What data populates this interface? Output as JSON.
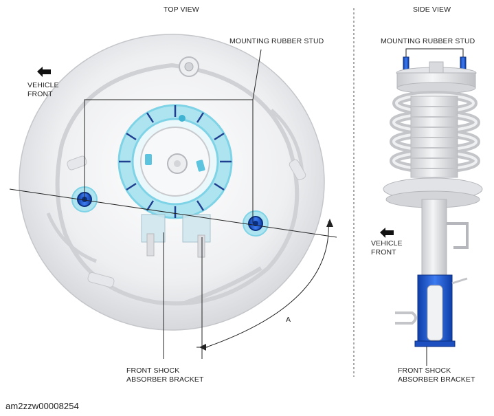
{
  "top_view": {
    "title": "TOP VIEW",
    "vehicle_front": [
      "VEHICLE",
      "FRONT"
    ],
    "mounting_rubber_stud": "MOUNTING RUBBER STUD",
    "front_shock_bracket": [
      "FRONT SHOCK",
      "ABSORBER BRACKET"
    ],
    "angle_label": "A"
  },
  "side_view": {
    "title": "SIDE VIEW",
    "mounting_rubber_stud": "MOUNTING RUBBER STUD",
    "vehicle_front": [
      "VEHICLE",
      "FRONT"
    ],
    "front_shock_bracket": [
      "FRONT SHOCK",
      "ABSORBER BRACKET"
    ]
  },
  "figure_code": "am2zzw00008254",
  "colors": {
    "highlight_cyan": "#7fd3e6",
    "highlight_blue": "#1b4fbf",
    "part_gray": "#d7d9dc",
    "line": "#222222"
  }
}
